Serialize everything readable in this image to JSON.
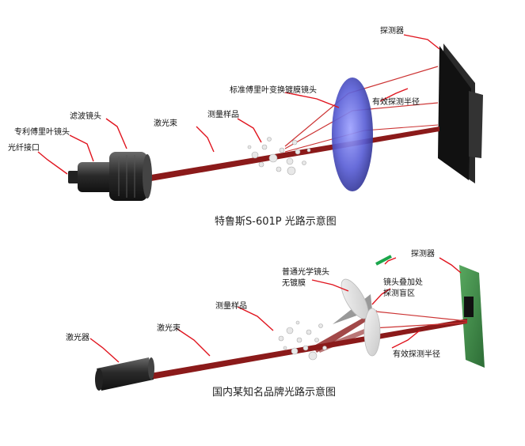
{
  "top": {
    "caption": "特鲁斯S-601P 光路示意图",
    "labels": {
      "fiber_port": "光纤接口",
      "patent_lens": "专利傅里叶镜头",
      "filter_lens": "滤波镜头",
      "laser_beam": "激光束",
      "sample": "测量样品",
      "fourier_lens": "标准傅里叶变换镀膜镜头",
      "detector": "探测器",
      "radius": "有效探测半径"
    }
  },
  "bottom": {
    "caption": "国内某知名品牌光路示意图",
    "labels": {
      "laser": "激光器",
      "laser_beam": "激光束",
      "sample": "测量样品",
      "optical_lens_1": "普通光学镜头",
      "optical_lens_2": "无镀膜",
      "detector": "探测器",
      "blind_1": "镜头叠加处",
      "blind_2": "探测盲区",
      "radius": "有效探测半径"
    }
  },
  "colors": {
    "beam": "#8b1a1a",
    "callout": "#e0141e",
    "lens_coated": "#5a5fd6",
    "detector_top": "#1e1e1e",
    "detector_bottom": "#3f8f4a",
    "blind_bar": "#1aa64b"
  }
}
